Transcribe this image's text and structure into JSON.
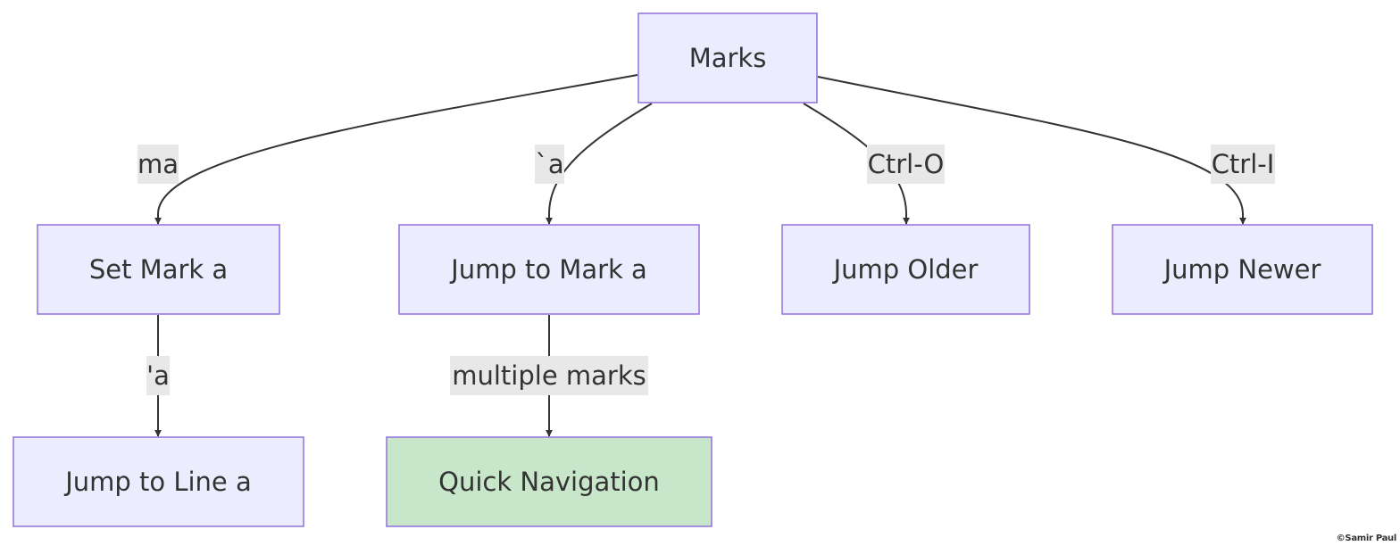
{
  "diagram": {
    "type": "flowchart",
    "colors": {
      "node_fill": "#ececff",
      "node_stroke": "#9370db",
      "highlight_fill": "#c8e6c9",
      "edge": "#333333",
      "edge_label_bg": "#e8e8e8",
      "text": "#333333"
    },
    "nodes": [
      {
        "id": "marks",
        "label": "Marks"
      },
      {
        "id": "set_mark_a",
        "label": "Set Mark a"
      },
      {
        "id": "jump_to_mark_a",
        "label": "Jump to Mark a"
      },
      {
        "id": "jump_older",
        "label": "Jump Older"
      },
      {
        "id": "jump_newer",
        "label": "Jump Newer"
      },
      {
        "id": "jump_to_line_a",
        "label": "Jump to Line a"
      },
      {
        "id": "quick_navigation",
        "label": "Quick Navigation",
        "highlight": true
      }
    ],
    "edges": [
      {
        "from": "marks",
        "to": "set_mark_a",
        "label": "ma"
      },
      {
        "from": "marks",
        "to": "jump_to_mark_a",
        "label": "`a"
      },
      {
        "from": "marks",
        "to": "jump_older",
        "label": "Ctrl-O"
      },
      {
        "from": "marks",
        "to": "jump_newer",
        "label": "Ctrl-I"
      },
      {
        "from": "set_mark_a",
        "to": "jump_to_line_a",
        "label": "'a"
      },
      {
        "from": "jump_to_mark_a",
        "to": "quick_navigation",
        "label": "multiple marks"
      }
    ]
  },
  "watermark": "©Samir Paul"
}
